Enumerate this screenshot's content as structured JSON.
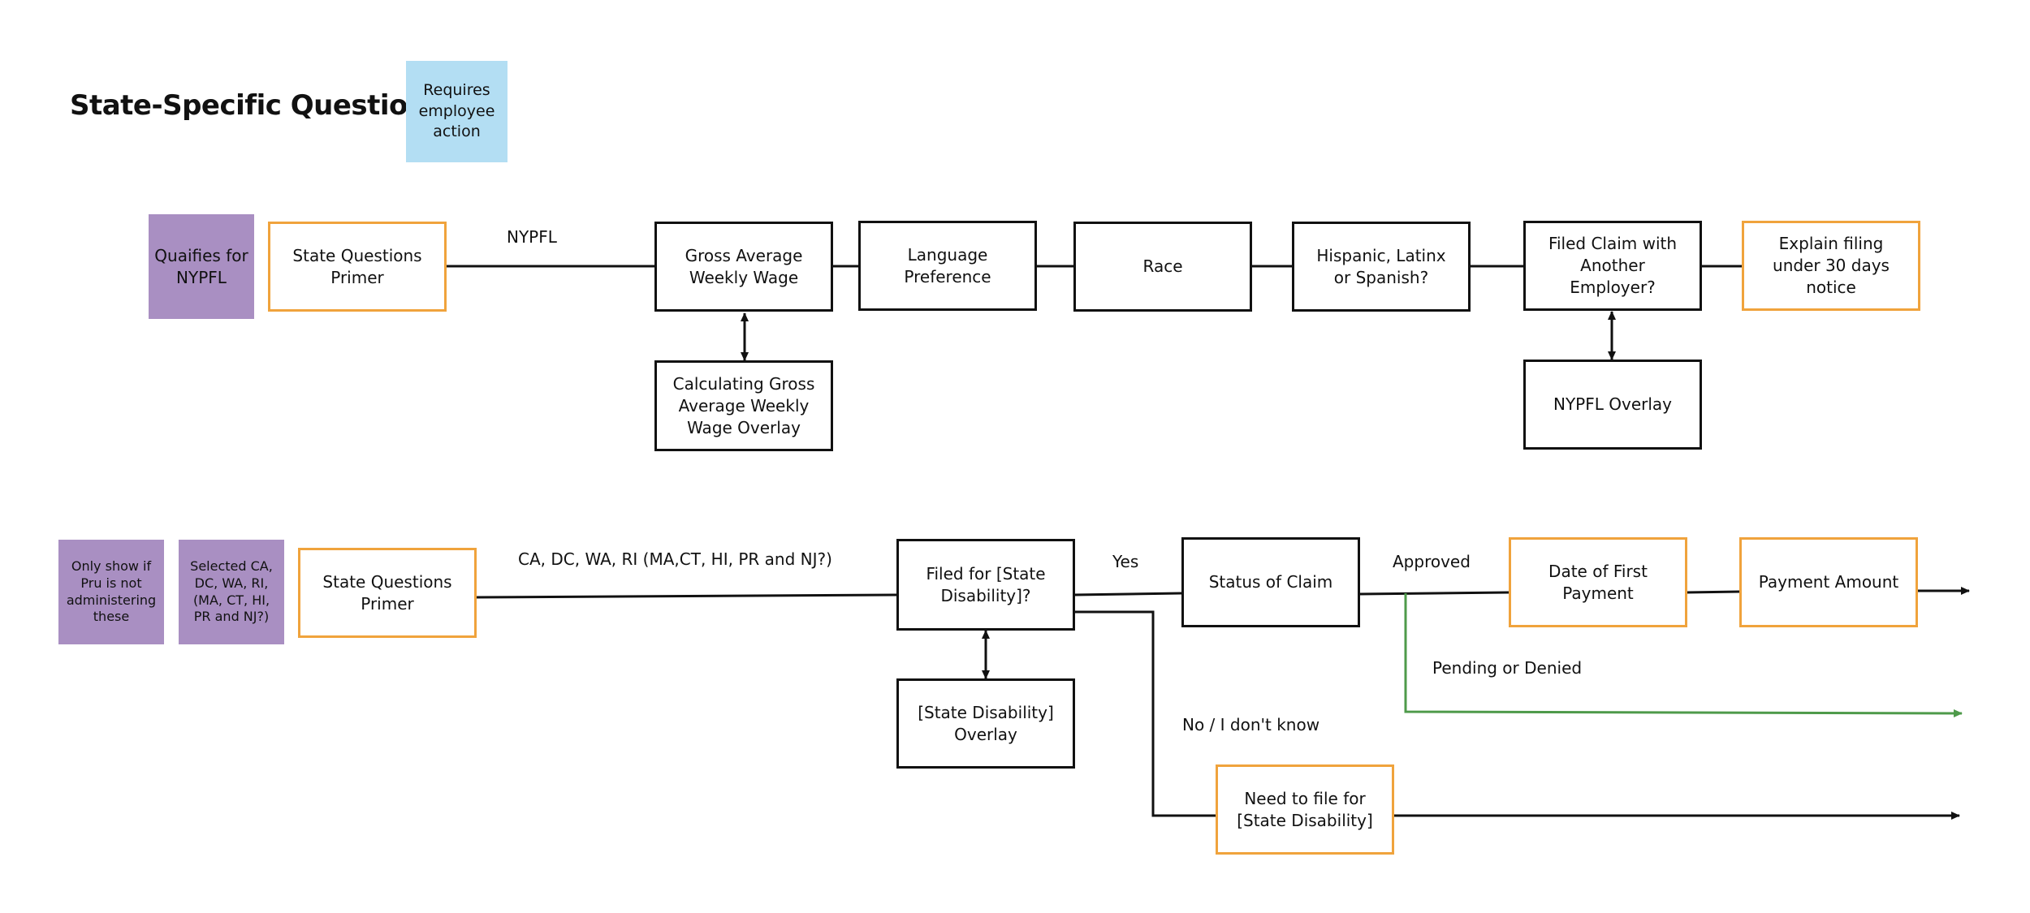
{
  "title": "State-Specific Questions",
  "legend": {
    "employee_action": "Requires employee action"
  },
  "row1": {
    "qualifies": "Quaifies for NYPFL",
    "primer": "State Questions Primer",
    "branch_label": "NYPFL",
    "gross_wage": "Gross Average Weekly Wage",
    "calc_overlay": "Calculating Gross Average Weekly Wage Overlay",
    "language": "Language Preference",
    "race": "Race",
    "hispanic": "Hispanic, Latinx or Spanish?",
    "filed_claim": "Filed Claim with Another Employer?",
    "nypfl_overlay": "NYPFL Overlay",
    "explain_filing": "Explain filing under 30 days notice"
  },
  "row2": {
    "only_show": "Only show if Pru is not administering these",
    "selected_states": "Selected CA, DC, WA, RI, (MA, CT, HI, PR and NJ?)",
    "primer": "State Questions Primer",
    "branch_label": "CA, DC, WA, RI (MA,CT, HI, PR and NJ?)",
    "filed_state": "Filed for [State Disability]?",
    "state_overlay": "[State Disability] Overlay",
    "yes_label": "Yes",
    "status_claim": "Status of Claim",
    "approved_label": "Approved",
    "date_first_payment": "Date of First Payment",
    "payment_amount": "Payment Amount",
    "pending_label": "Pending or Denied",
    "no_label": "No / I don't know",
    "need_to_file": "Need to file for [State Disability]"
  },
  "colors": {
    "orange": "#f0a33c",
    "purple": "#a98fc2",
    "blue": "#b3def3",
    "green": "#4e9a4a"
  }
}
